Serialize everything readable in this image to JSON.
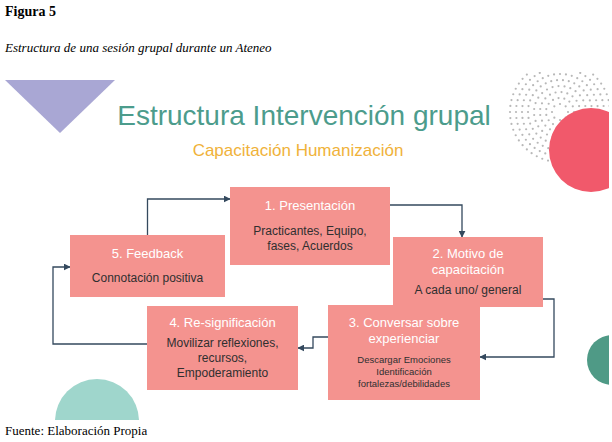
{
  "diagram": {
    "title": "Estructura Intervención grupal",
    "nodes": [
      {
        "text": [
          "1. Presentación",
          "Practicantes, Equipo, fases, Acuerdos"
        ]
      },
      {
        "text": [
          "2. Motivo de capacitación",
          "A cada uno/ general"
        ]
      },
      {
        "text": [
          "3. Conversar sobre experienciar",
          "Descargar Emociones Identificación fortalezas/debilidades"
        ]
      },
      {
        "text": [
          "4. Re-significación",
          "Movilizar reflexiones, recursos, Empoderamiento"
        ]
      },
      {
        "text": [
          "5. Feedback",
          "Connotación positiva"
        ]
      }
    ],
    "edges": [
      {
        "from": 0,
        "to": 1,
        "arrow": "to"
      },
      {
        "from": 1,
        "to": 2,
        "arrow": "to"
      },
      {
        "from": 2,
        "to": 3,
        "arrow": "to"
      },
      {
        "from": 3,
        "to": 4,
        "arrow": "to"
      },
      {
        "from": 4,
        "to": 0,
        "arrow": "to"
      }
    ],
    "labels": [
      "Figura 5",
      "Estructura de una sesión grupal durante un Ateneo",
      "Capacitación Humanización",
      "Fuente: Elaboración Propia"
    ]
  }
}
